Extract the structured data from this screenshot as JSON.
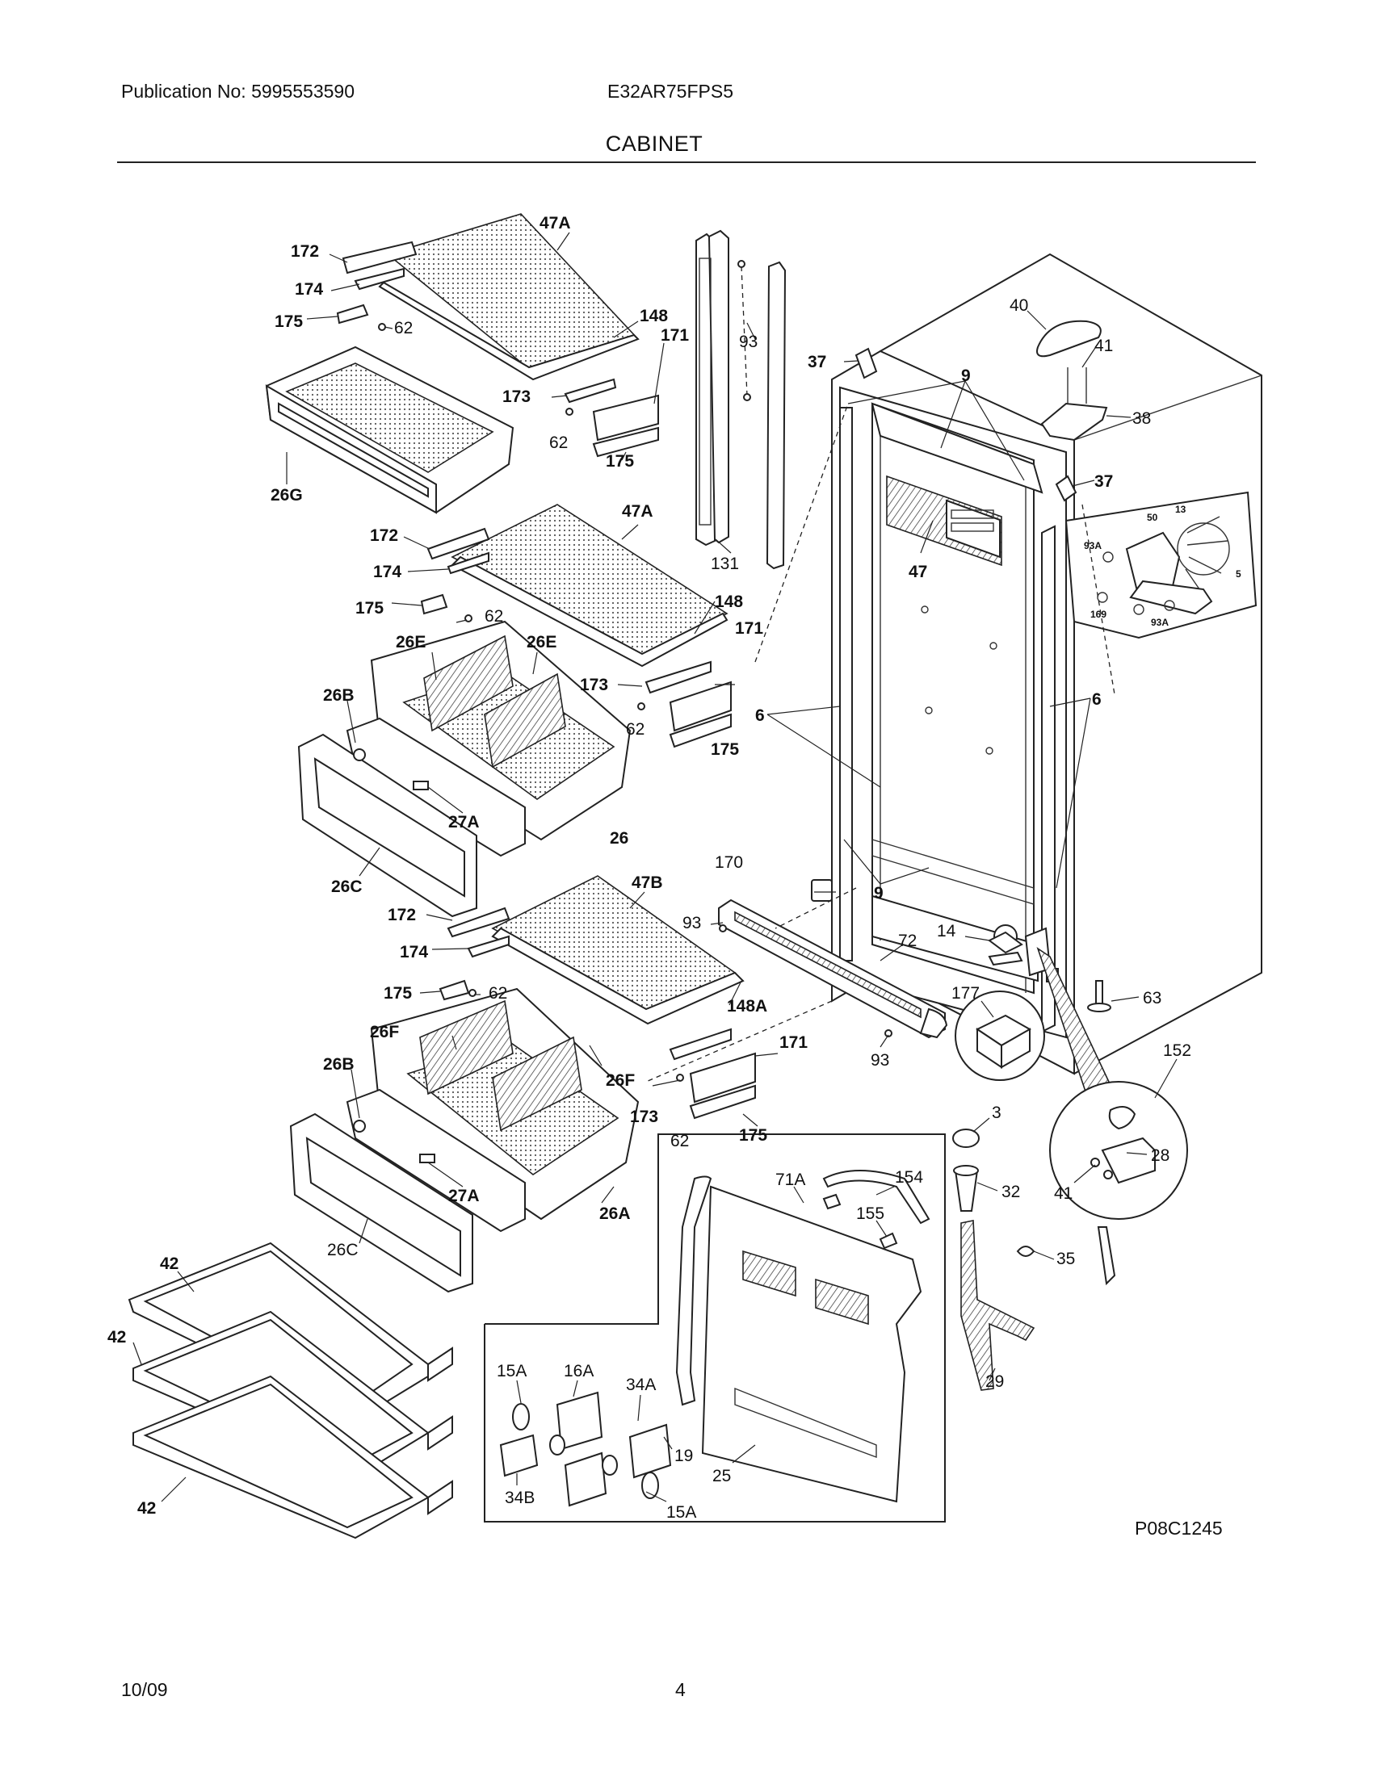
{
  "header": {
    "publication": "Publication No: 5995553590",
    "model": "E32AR75FPS5",
    "title": "CABINET"
  },
  "footer": {
    "date": "10/09",
    "page": "4",
    "diagram_code": "P08C1245"
  },
  "labels": {
    "l172a": "172",
    "l174a": "174",
    "l175a": "175",
    "l62a": "62",
    "l47Aa": "47A",
    "l148a": "148",
    "l171a": "171",
    "l173a": "173",
    "l62b": "62",
    "l175b": "175",
    "l26G": "26G",
    "l93a": "93",
    "l131": "131",
    "l172b": "172",
    "l174b": "174",
    "l175c": "175",
    "l62c": "62",
    "l47Ab": "47A",
    "l148b": "148",
    "l171b": "171",
    "l173b": "173",
    "l62d": "62",
    "l175d": "175",
    "l26Ea": "26E",
    "l26Eb": "26E",
    "l26Ba": "26B",
    "l27Aa": "27A",
    "l26": "26",
    "l26Ca": "26C",
    "l172c": "172",
    "l174c": "174",
    "l175e": "175",
    "l62e": "62",
    "l47B": "47B",
    "l148A": "148A",
    "l171c": "171",
    "l173c": "173",
    "l62f": "62",
    "l175f": "175",
    "l26Fa": "26F",
    "l26Fb": "26F",
    "l26Bb": "26B",
    "l27Ab": "27A",
    "l26A": "26A",
    "l26Cb": "26C",
    "l42a": "42",
    "l42b": "42",
    "l42c": "42",
    "l40": "40",
    "l41a": "41",
    "l38": "38",
    "l37a": "37",
    "l37b": "37",
    "l9a": "9",
    "l47": "47",
    "l13": "13",
    "l50": "50",
    "l93Aa": "93A",
    "l5": "5",
    "l169": "169",
    "l93Ab": "93A",
    "l6a": "6",
    "l6b": "6",
    "l9b": "9",
    "l170": "170",
    "l93b": "93",
    "l72": "72",
    "l14": "14",
    "l177": "177",
    "l93c": "93",
    "l63": "63",
    "l152": "152",
    "l28": "28",
    "l41b": "41",
    "l3": "3",
    "l32": "32",
    "l35": "35",
    "l29": "29",
    "l71A": "71A",
    "l154": "154",
    "l155": "155",
    "l15Aa": "15A",
    "l16A": "16A",
    "l34A": "34A",
    "l19": "19",
    "l34B": "34B",
    "l15Ab": "15A",
    "l25": "25"
  }
}
